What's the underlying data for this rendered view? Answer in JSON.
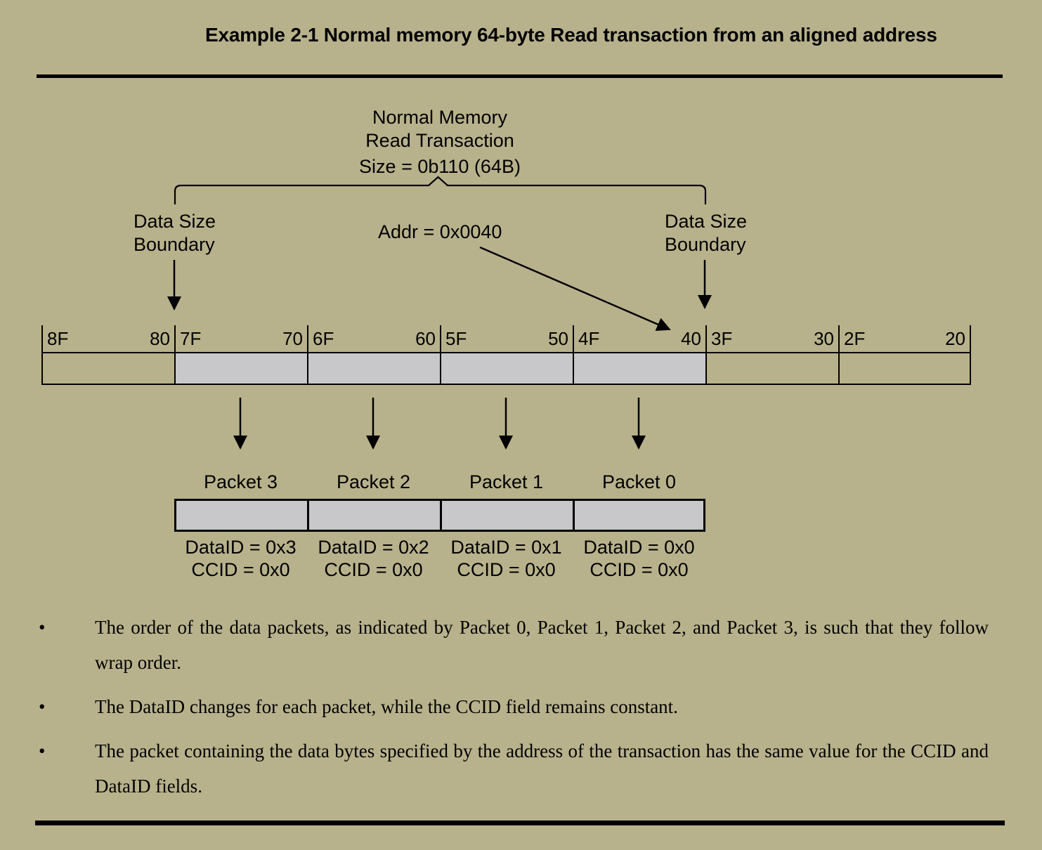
{
  "page": {
    "background": "#b8b28c",
    "line_color": "#000000"
  },
  "title": "Example 2-1 Normal memory 64-byte Read transaction from an aligned address",
  "diagram": {
    "transaction_label": {
      "line1": "Normal Memory",
      "line2": "Read Transaction",
      "size_line": "Size = 0b110 (64B)"
    },
    "addr_label": "Addr = 0x0040",
    "left_boundary_label": {
      "line1": "Data Size",
      "line2": "Boundary"
    },
    "right_boundary_label": {
      "line1": "Data Size",
      "line2": "Boundary"
    },
    "memory_bar": {
      "segments": [
        {
          "left_label": "8F",
          "right_label": "80",
          "fill": "transparent"
        },
        {
          "left_label": "7F",
          "right_label": "70",
          "fill": "#c8c8ca"
        },
        {
          "left_label": "6F",
          "right_label": "60",
          "fill": "#c8c8ca"
        },
        {
          "left_label": "5F",
          "right_label": "50",
          "fill": "#c8c8ca"
        },
        {
          "left_label": "4F",
          "right_label": "40",
          "fill": "#c8c8ca"
        },
        {
          "left_label": "3F",
          "right_label": "30",
          "fill": "transparent"
        },
        {
          "left_label": "2F",
          "right_label": "20",
          "fill": "transparent"
        }
      ]
    },
    "packets": [
      {
        "label": "Packet 3",
        "data_id": "DataID = 0x3",
        "ccid": "CCID = 0x0",
        "fill": "#c8c8ca"
      },
      {
        "label": "Packet 2",
        "data_id": "DataID = 0x2",
        "ccid": "CCID = 0x0",
        "fill": "#c8c8ca"
      },
      {
        "label": "Packet 1",
        "data_id": "DataID = 0x1",
        "ccid": "CCID = 0x0",
        "fill": "#c8c8ca"
      },
      {
        "label": "Packet 0",
        "data_id": "DataID = 0x0",
        "ccid": "CCID = 0x0",
        "fill": "#c8c8ca"
      }
    ]
  },
  "bullets": {
    "marker": "•",
    "items": [
      {
        "text": "The order of the data packets, as indicated by Packet 0, Packet 1, Packet 2, and Packet 3, is such that they follow wrap order."
      },
      {
        "text": "The DataID changes for each packet, while the CCID field remains constant."
      },
      {
        "text": "The packet containing the data bytes specified by the address of the transaction has the same value for the CCID and DataID fields."
      }
    ]
  }
}
